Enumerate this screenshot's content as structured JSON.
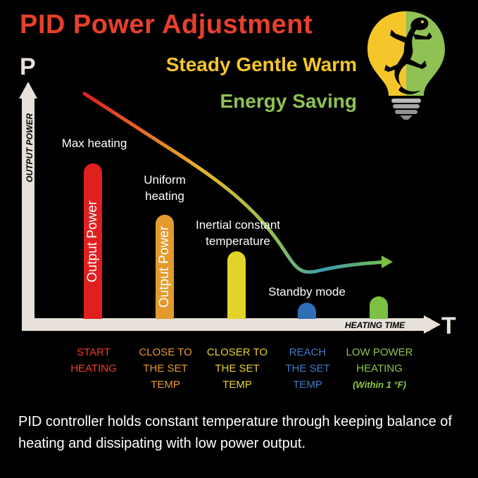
{
  "header": {
    "title": "PID Power Adjustment",
    "subtitle1": "Steady Gentle Warm",
    "subtitle2": "Energy Saving"
  },
  "axes": {
    "y_letter": "P",
    "x_letter": "T",
    "y_label": "OUTPUT POWER",
    "x_label": "HEATING TIME"
  },
  "bars": [
    {
      "level": 0.97,
      "color": "#e01f1f",
      "label": "Output Power",
      "annotation": [
        "Max heating"
      ],
      "stage": [
        "START",
        "HEATING"
      ],
      "stage_color": "#e8402c"
    },
    {
      "level": 0.65,
      "color": "#e39a2c",
      "label": "Output Power",
      "annotation": [
        "Uniform",
        "heating"
      ],
      "stage": [
        "CLOSE TO",
        "THE SET",
        "TEMP"
      ],
      "stage_color": "#e89a2c"
    },
    {
      "level": 0.42,
      "color": "#e4d32a",
      "label": "",
      "annotation": [
        "Inertial constant",
        "temperature"
      ],
      "stage": [
        "CLOSER TO",
        "THE SET",
        "TEMP"
      ],
      "stage_color": "#e8d12a"
    },
    {
      "level": 0.1,
      "color": "#2f6fb8",
      "label": "",
      "annotation": [
        "Standby mode"
      ],
      "stage": [
        "REACH",
        "THE SET",
        "TEMP"
      ],
      "stage_color": "#3a7cc8"
    },
    {
      "level": 0.14,
      "color": "#7cc142",
      "label": "",
      "annotation": [],
      "stage": [
        "LOW POWER",
        "HEATING"
      ],
      "stage_color": "#8dc84a",
      "stage_note": "(Within 1 °F)"
    }
  ],
  "curve_colors": [
    "#e01f1f",
    "#e8b52a",
    "#8fc154",
    "#3b9bb0",
    "#7cc142"
  ],
  "logo": {
    "icon": "lizard-bulb-icon",
    "left_color": "#f5c62a",
    "right_color": "#8fc154"
  },
  "caption": "PID controller holds constant temperature through keeping balance of heating and dissipating with low power output."
}
